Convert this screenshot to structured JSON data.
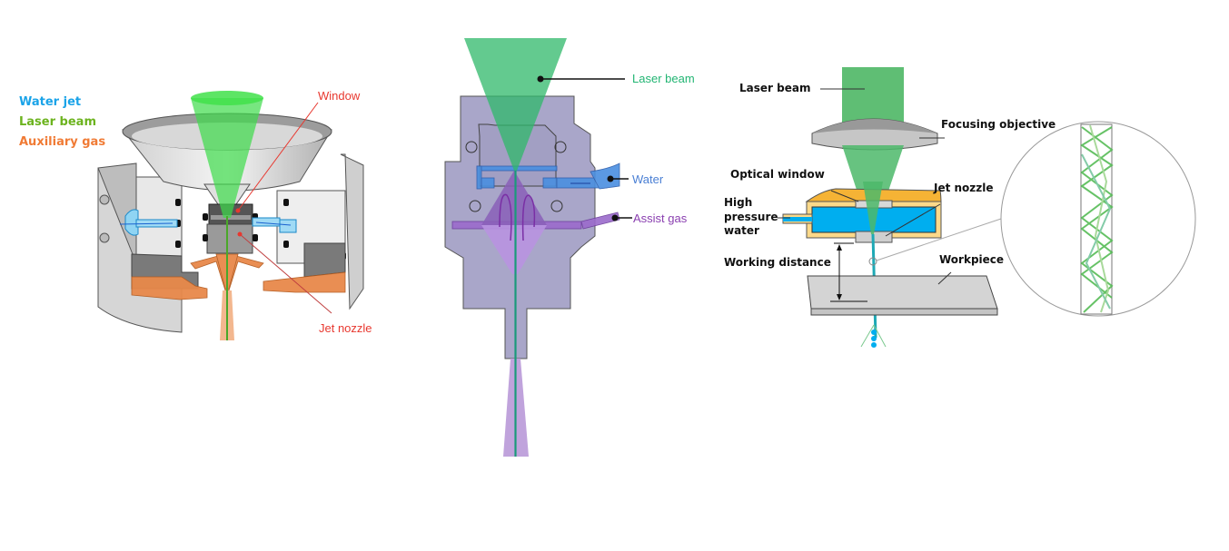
{
  "panels": [
    {
      "id": "panel-1",
      "description": "Cutaway 3D view of water-jet-guided laser head",
      "legend": [
        {
          "label": "Water jet",
          "color": "#1aa3e8"
        },
        {
          "label": "Laser beam",
          "color": "#6cb31e"
        },
        {
          "label": "Auxiliary gas",
          "color": "#f07b35"
        }
      ],
      "callouts": [
        {
          "label": "Window",
          "color": "#e8382f"
        },
        {
          "label": "Jet nozzle",
          "color": "#e8382f"
        }
      ]
    },
    {
      "id": "panel-2",
      "description": "Cross-section of nozzle with water and assist gas inlets",
      "callouts": [
        {
          "label": "Laser beam",
          "color": "#22b573"
        },
        {
          "label": "Water",
          "color": "#4a7fd4"
        },
        {
          "label": "Assist gas",
          "color": "#8a3fb0"
        }
      ]
    },
    {
      "id": "panel-3",
      "description": "Schematic of laser microjet with magnified jet section",
      "callouts": [
        {
          "label": "Laser beam"
        },
        {
          "label": "Focusing objective"
        },
        {
          "label": "Optical window"
        },
        {
          "label": "Jet nozzle"
        },
        {
          "label": "High"
        },
        {
          "label": "pressure"
        },
        {
          "label": "water"
        },
        {
          "label": "Working distance"
        },
        {
          "label": "Workpiece"
        }
      ],
      "text_color": "#111111"
    }
  ],
  "colors": {
    "laser_green": "#3ddc4a",
    "laser_green_2": "#2fb86a",
    "laser_green_3": "#4cb96a",
    "water_blue": "#00a9e6",
    "gas_orange": "#e8894a",
    "gas_purple": "#a87fd0",
    "metal_gray": "#c9c9c9",
    "body_lavender": "#a9a6c9",
    "housing_orange": "#f5b335",
    "housing_light": "#fbd98a"
  }
}
